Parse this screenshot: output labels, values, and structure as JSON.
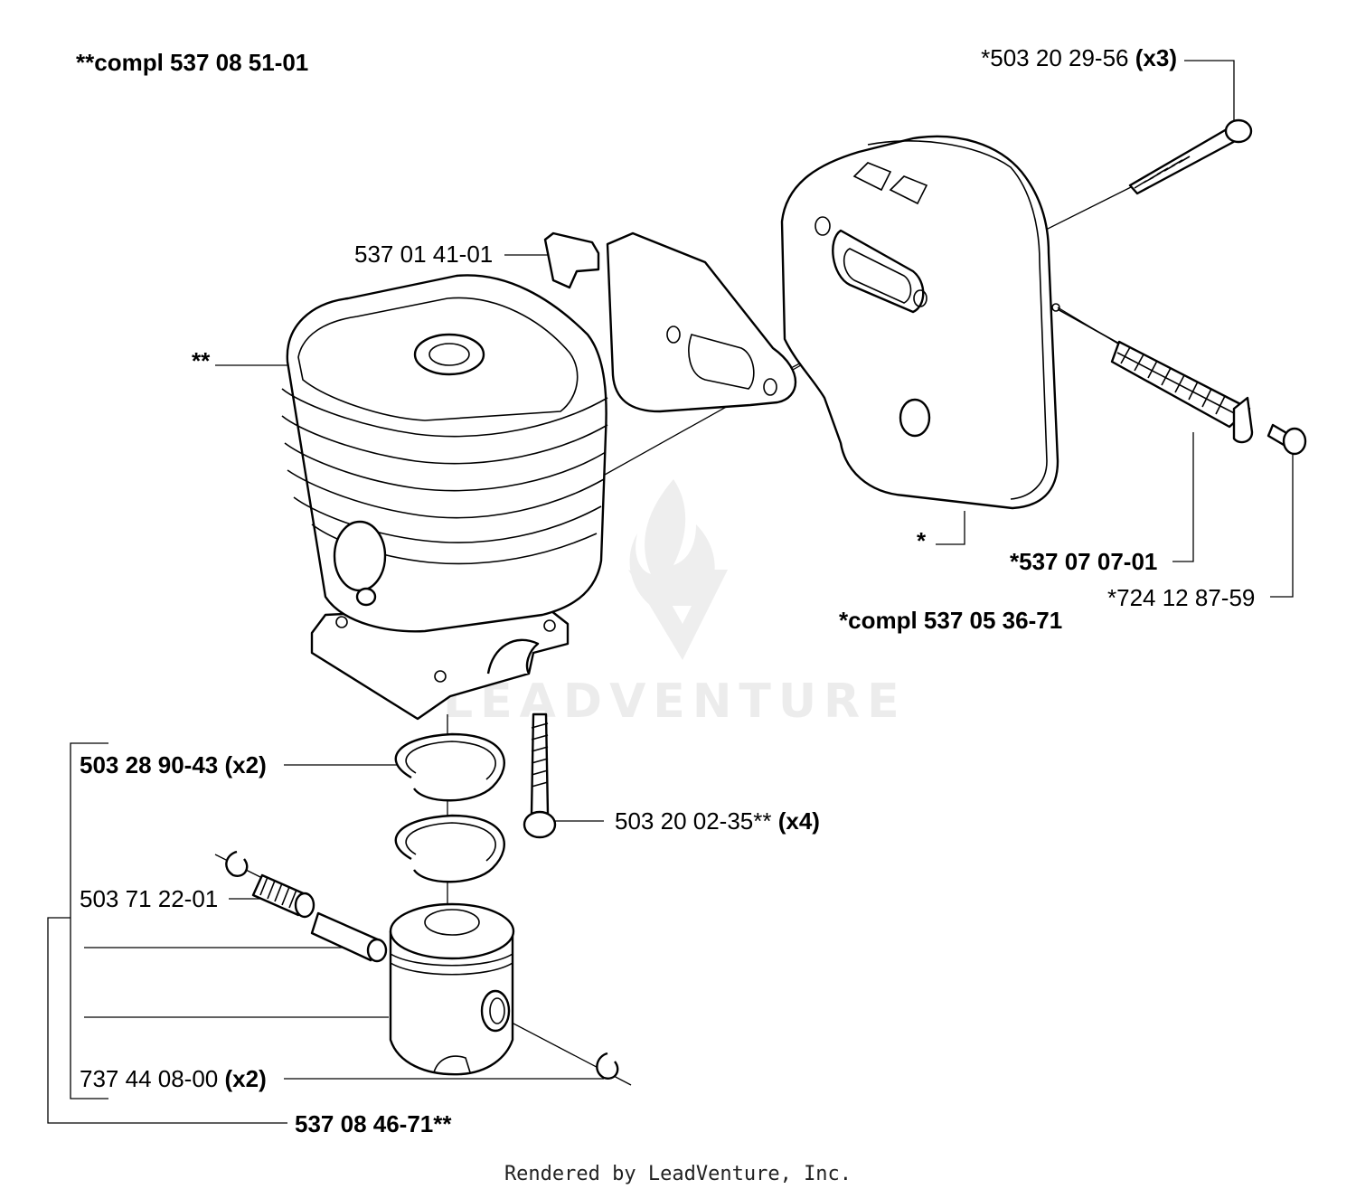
{
  "diagram": {
    "assembly_labels": {
      "cylinder_complete": "**compl 537 08 51-01",
      "muffler_complete": "*compl 537 05 36-71"
    },
    "callouts": {
      "cylinder": "**",
      "muffler_body": "*",
      "gasket_bracket": "537 01 41-01",
      "muffler_bolt_code": "*503 20 29-56",
      "muffler_bolt_qty": "(x3)",
      "spark_screen": "*537 07 07-01",
      "screen_screw": "*724 12 87-59",
      "piston_ring_code": "503 28 90-43",
      "piston_ring_qty": "(x2)",
      "cylinder_screw_code": "503 20 02-35**",
      "cylinder_screw_qty": "(x4)",
      "needle_bearing": "503 71 22-01",
      "circlip_code": "737 44 08-00",
      "circlip_qty": "(x2)",
      "piston_complete": "537 08 46-71**"
    },
    "watermark": "LEADVENTURE",
    "footer": "Rendered by LeadVenture, Inc."
  }
}
